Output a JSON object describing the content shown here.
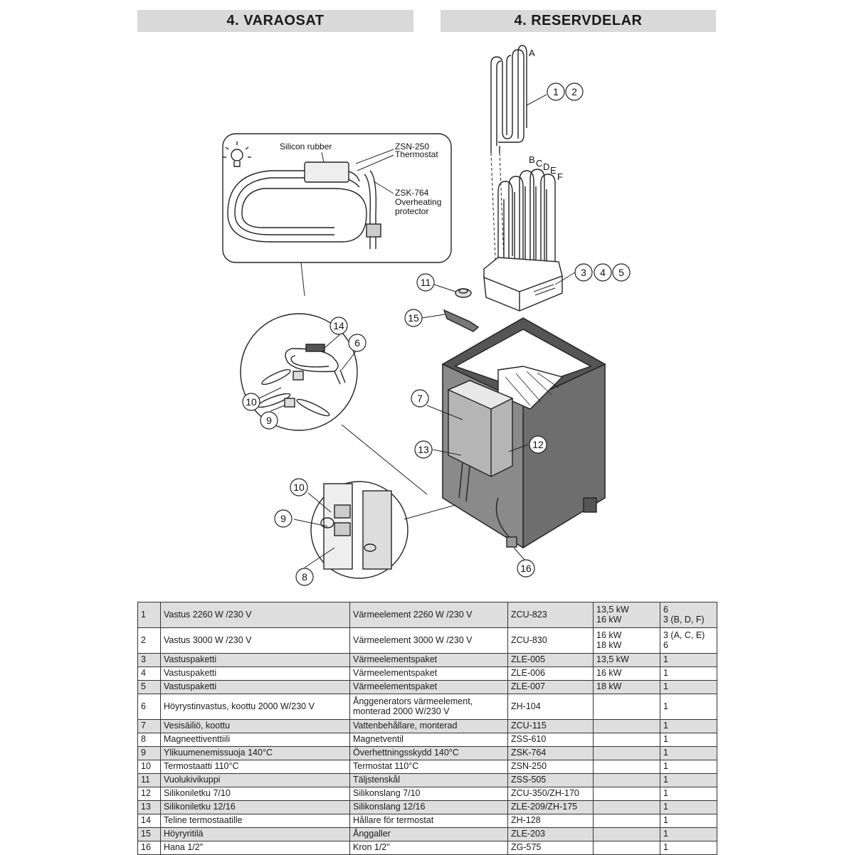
{
  "headings": {
    "fi": "4. VARAOSAT",
    "sv": "4. RESERVDELAR"
  },
  "diagram": {
    "inset_labels": {
      "silicon": "Silicon rubber",
      "zsn_code": "ZSN-250",
      "zsn_name": "Thermostat",
      "zsk_code": "ZSK-764",
      "zsk_line1": "Overheating",
      "zsk_line2": "protector"
    },
    "element_letters": [
      "A",
      "B",
      "C",
      "D",
      "E",
      "F"
    ],
    "callouts": [
      "1",
      "2",
      "3",
      "4",
      "5",
      "6",
      "7",
      "8",
      "9",
      "10",
      "11",
      "12",
      "13",
      "14",
      "15",
      "16",
      "10",
      "9"
    ],
    "icons": [
      "lightbulb-icon"
    ]
  },
  "parts": [
    {
      "num": "1",
      "fi": "Vastus 2260 W /230 V",
      "sv": "Värmeelement 2260 W /230 V",
      "code": "ZCU-823",
      "kw": [
        "13,5 kW",
        "16 kW"
      ],
      "qty": [
        "6",
        "3 (B, D, F)"
      ],
      "shade": true,
      "tall": true
    },
    {
      "num": "2",
      "fi": "Vastus 3000 W /230 V",
      "sv": "Värmeelement 3000 W /230 V",
      "code": "ZCU-830",
      "kw": [
        "16 kW",
        "18 kW"
      ],
      "qty": [
        "3 (A, C, E)",
        "6"
      ],
      "shade": false,
      "tall": true
    },
    {
      "num": "3",
      "fi": "Vastuspaketti",
      "sv": "Värmeelementspaket",
      "code": "ZLE-005",
      "kw": [
        "13,5 kW"
      ],
      "qty": [
        "1"
      ],
      "shade": true,
      "tall": false
    },
    {
      "num": "4",
      "fi": "Vastuspaketti",
      "sv": "Värmeelementspaket",
      "code": "ZLE-006",
      "kw": [
        "16 kW"
      ],
      "qty": [
        "1"
      ],
      "shade": false,
      "tall": false
    },
    {
      "num": "5",
      "fi": "Vastuspaketti",
      "sv": "Värmeelementspaket",
      "code": "ZLE-007",
      "kw": [
        "18 kW"
      ],
      "qty": [
        "1"
      ],
      "shade": true,
      "tall": false
    },
    {
      "num": "6",
      "fi": "Höyrystinvastus, koottu 2000 W/230 V",
      "sv": "Ånggenerators värmeelement, monterad 2000 W/230 V",
      "code": "ZH-104",
      "kw": [],
      "qty": [
        "1"
      ],
      "shade": false,
      "tall": true
    },
    {
      "num": "7",
      "fi": "Vesisäiliö, koottu",
      "sv": "Vattenbehållare, monterad",
      "code": "ZCU-115",
      "kw": [],
      "qty": [
        "1"
      ],
      "shade": true,
      "tall": false
    },
    {
      "num": "8",
      "fi": "Magneettiventtiili",
      "sv": "Magnetventil",
      "code": "ZSS-610",
      "kw": [],
      "qty": [
        "1"
      ],
      "shade": false,
      "tall": false
    },
    {
      "num": "9",
      "fi": "Ylikuumenemissuoja 140°C",
      "sv": "Överhettningsskydd 140°C",
      "code": "ZSK-764",
      "kw": [],
      "qty": [
        "1"
      ],
      "shade": true,
      "tall": false
    },
    {
      "num": "10",
      "fi": "Termostaatti 110°C",
      "sv": "Termostat 110°C",
      "code": "ZSN-250",
      "kw": [],
      "qty": [
        "1"
      ],
      "shade": false,
      "tall": false
    },
    {
      "num": "11",
      "fi": "Vuolukivikuppi",
      "sv": "Täljstenskål",
      "code": "ZSS-505",
      "kw": [],
      "qty": [
        "1"
      ],
      "shade": true,
      "tall": false
    },
    {
      "num": "12",
      "fi": "Silikoniletku 7/10",
      "sv": "Silikonslang 7/10",
      "code": "ZCU-350/ZH-170",
      "kw": [],
      "qty": [
        "1"
      ],
      "shade": false,
      "tall": false
    },
    {
      "num": "13",
      "fi": "Silikoniletku 12/16",
      "sv": "Silikonslang 12/16",
      "code": "ZLE-209/ZH-175",
      "kw": [],
      "qty": [
        "1"
      ],
      "shade": true,
      "tall": false
    },
    {
      "num": "14",
      "fi": "Teline termostaatille",
      "sv": "Hållare för termostat",
      "code": "ZH-128",
      "kw": [],
      "qty": [
        "1"
      ],
      "shade": false,
      "tall": false
    },
    {
      "num": "15",
      "fi": "Höyryritilä",
      "sv": "Ånggaller",
      "code": "ZLE-203",
      "kw": [],
      "qty": [
        "1"
      ],
      "shade": true,
      "tall": false
    },
    {
      "num": "16",
      "fi": "Hana 1/2\"",
      "sv": "Kron 1/2\"",
      "code": "ZG-575",
      "kw": [],
      "qty": [
        "1"
      ],
      "shade": false,
      "tall": false
    }
  ]
}
